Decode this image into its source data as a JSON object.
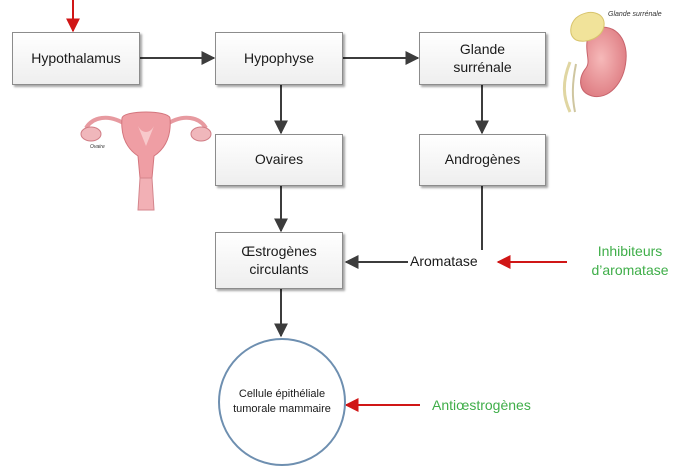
{
  "nodes": {
    "hypothalamus": "Hypothalamus",
    "hypophyse": "Hypophyse",
    "glande_surrenale": "Glande\nsurrénale",
    "ovaires": "Ovaires",
    "androgenes": "Androgènes",
    "oestrogenes": "Œstrogènes\ncirculants",
    "aromatase": "Aromatase",
    "cellule": "Cellule épithéliale\ntumorale mammaire"
  },
  "inhibitors": {
    "aromatase_inhibitors": "Inhibiteurs\nd’aromatase",
    "antioestrogens": "Antiœstrogènes"
  },
  "illustrations": {
    "kidney_caption": "Glande surrénale",
    "uterus_caption": "Ovaire"
  },
  "colors": {
    "arrow": "#3c3c3c",
    "inhibition_arrow": "#d01616",
    "inhibitor_text": "#3fae49",
    "circle_border": "#6e8fb0"
  }
}
